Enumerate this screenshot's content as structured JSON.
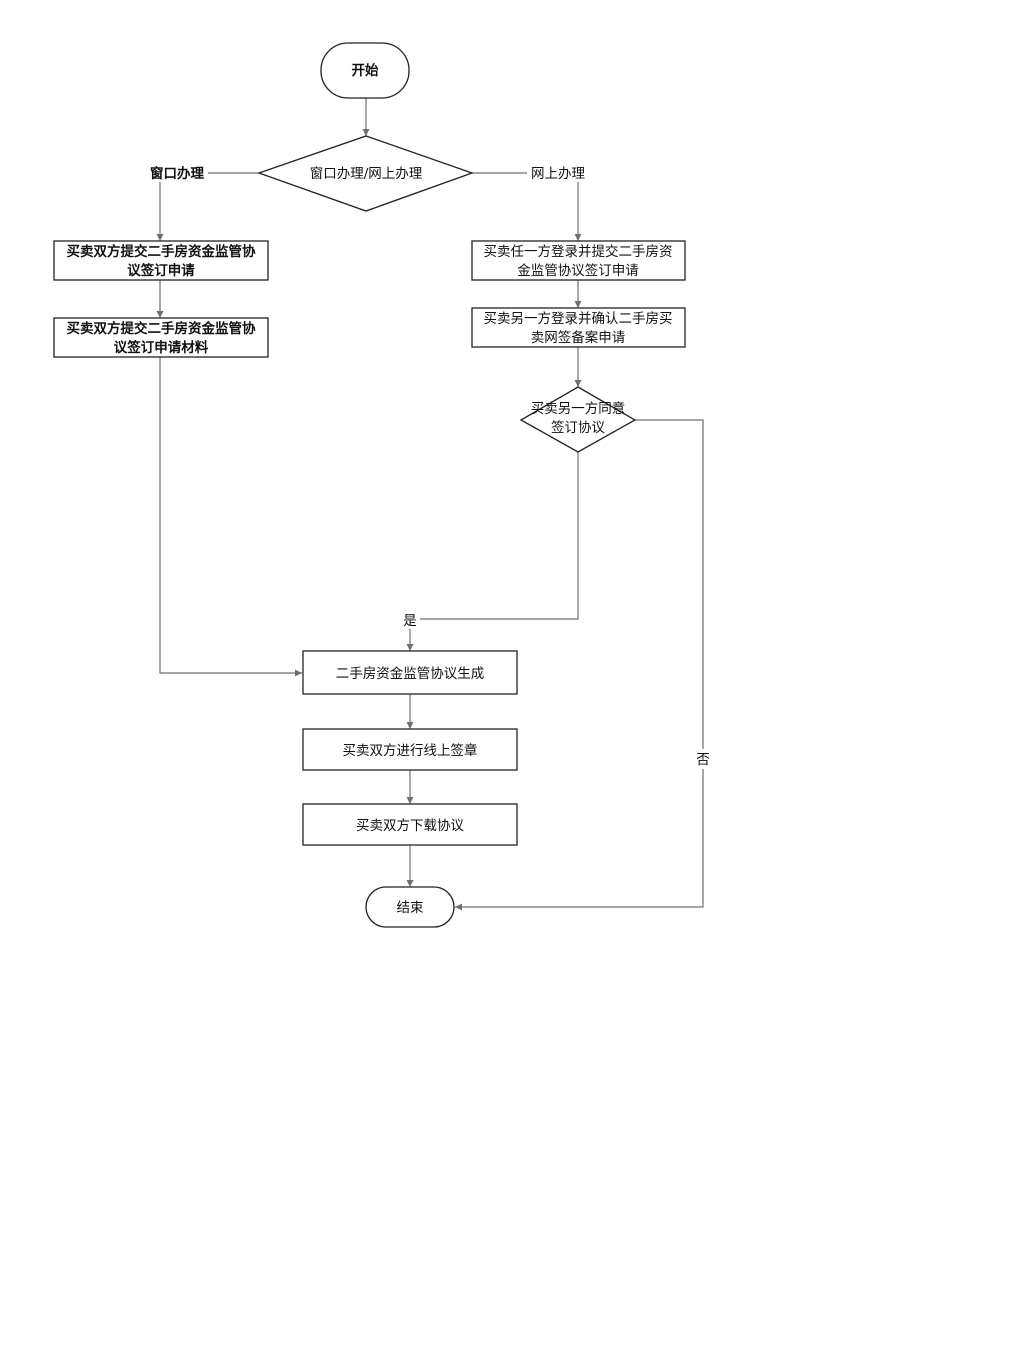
{
  "diagram": {
    "start": "开始",
    "decision_channel": "窗口办理/网上办理",
    "label_window": "窗口办理",
    "label_online": "网上办理",
    "left_step1": [
      "买卖双方提交二手房资金监管协",
      "议签订申请"
    ],
    "left_step2": [
      "买卖双方提交二手房资金监管协",
      "议签订申请材料"
    ],
    "right_step1": [
      "买卖任一方登录并提交二手房资",
      "金监管协议签订申请"
    ],
    "right_step2": [
      "买卖另一方登录并确认二手房买",
      "卖网签备案申请"
    ],
    "decision_agree": [
      "买卖另一方同意",
      "签订协议"
    ],
    "label_yes": "是",
    "label_no": "否",
    "generate": "二手房资金监管协议生成",
    "sign": "买卖双方进行线上签章",
    "download": "买卖双方下载协议",
    "end": "结束"
  }
}
